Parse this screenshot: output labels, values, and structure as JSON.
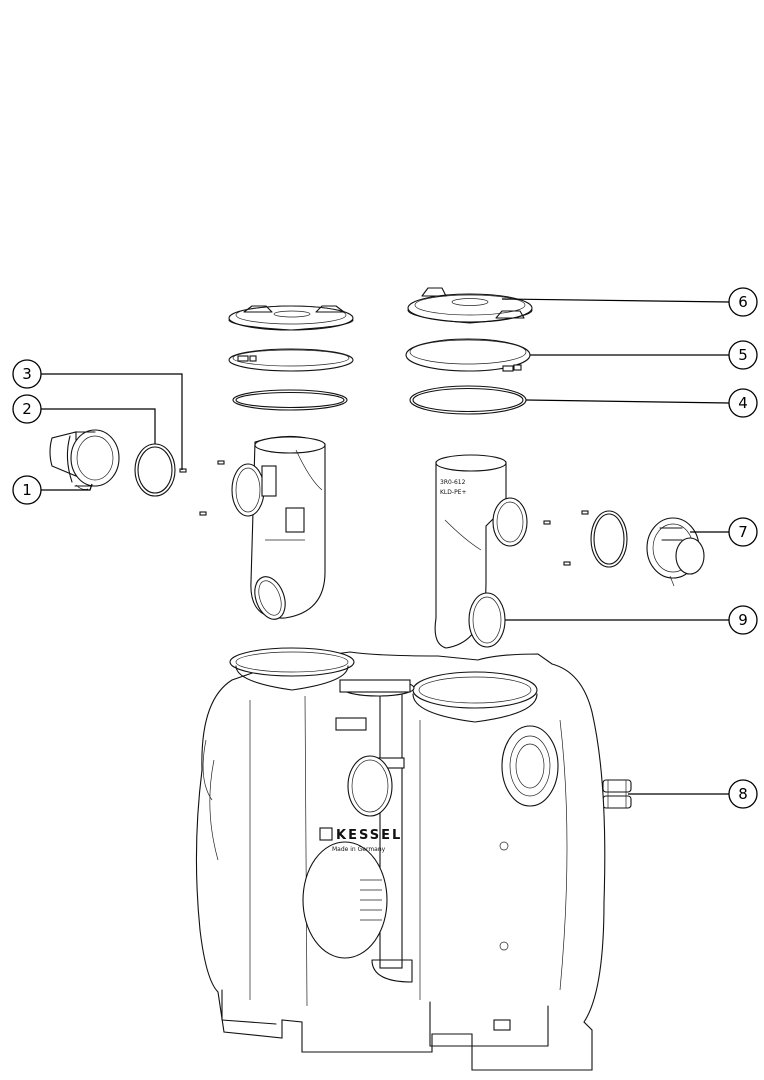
{
  "brand": {
    "logo_text": "KESSEL",
    "made_in": "Made in Germany"
  },
  "pipe_label": {
    "line1": "3R0-612",
    "line2": "KLD-PE+"
  },
  "callouts": [
    {
      "id": "callout-1",
      "label": "1"
    },
    {
      "id": "callout-2",
      "label": "2"
    },
    {
      "id": "callout-3",
      "label": "3"
    },
    {
      "id": "callout-4",
      "label": "4"
    },
    {
      "id": "callout-5",
      "label": "5"
    },
    {
      "id": "callout-6",
      "label": "6"
    },
    {
      "id": "callout-7",
      "label": "7"
    },
    {
      "id": "callout-8",
      "label": "8"
    },
    {
      "id": "callout-9",
      "label": "9"
    }
  ]
}
